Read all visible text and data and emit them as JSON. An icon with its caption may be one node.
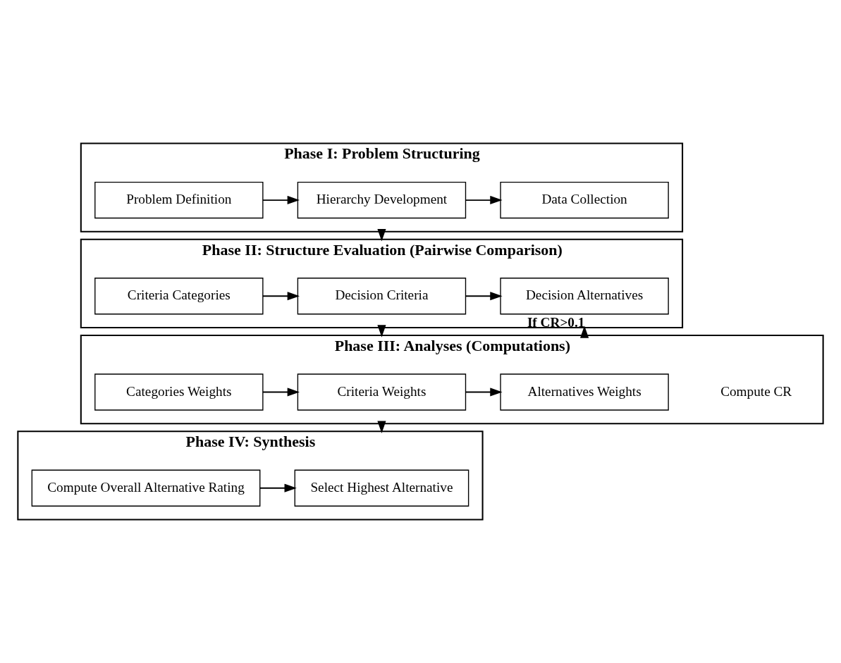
{
  "diagram": {
    "nodes": [
      {
        "text": [
          "Phase I: Problem Structuring"
        ]
      },
      {
        "text": [
          "Problem Definition"
        ],
        "in": 0
      },
      {
        "text": [
          "Hierarchy Development"
        ],
        "in": 0
      },
      {
        "text": [
          "Data Collection"
        ],
        "in": 0
      },
      {
        "text": [
          "Phase II: Structure Evaluation (Pairwise Comparison)"
        ]
      },
      {
        "text": [
          "Criteria Categories"
        ],
        "in": 4
      },
      {
        "text": [
          "Decision Criteria"
        ],
        "in": 4
      },
      {
        "text": [
          "Decision Alternatives"
        ],
        "in": 4
      },
      {
        "text": [
          "Phase III: Analyses (Computations)"
        ]
      },
      {
        "text": [
          "Categories Weights"
        ],
        "in": 8
      },
      {
        "text": [
          "Criteria Weights"
        ],
        "in": 8
      },
      {
        "text": [
          "Alternatives Weights"
        ],
        "in": 8
      },
      {
        "text": [
          "Phase IV: Synthesis"
        ]
      },
      {
        "text": [
          "Compute Overall Alternative Rating"
        ],
        "in": 12
      },
      {
        "text": [
          "Select Highest Alternative"
        ],
        "in": 12
      }
    ],
    "edges": [
      {
        "from": 1,
        "to": 2,
        "arrow": "to"
      },
      {
        "from": 2,
        "to": 3,
        "arrow": "to"
      },
      {
        "from": 0,
        "to": 4,
        "arrow": "to"
      },
      {
        "from": 5,
        "to": 6,
        "arrow": "to"
      },
      {
        "from": 6,
        "to": 7,
        "arrow": "to"
      },
      {
        "from": 4,
        "to": 8,
        "arrow": "to"
      },
      {
        "from": 9,
        "to": 10,
        "arrow": "to"
      },
      {
        "from": 10,
        "to": 11,
        "arrow": "to"
      },
      {
        "from": 8,
        "to": 12,
        "arrow": "to"
      },
      {
        "from": 13,
        "to": 14,
        "arrow": "to"
      },
      {
        "from": 8,
        "to": 4,
        "arrow": "to",
        "label": "If CR>0.1"
      }
    ],
    "labels": [
      "Compute CR"
    ]
  }
}
